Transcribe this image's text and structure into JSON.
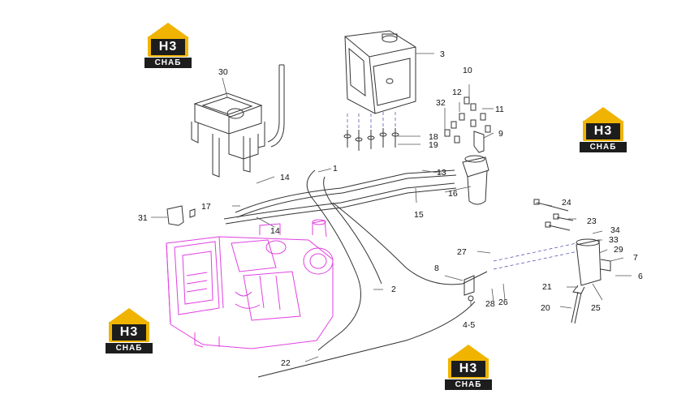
{
  "logo": {
    "mark": "H3",
    "name": "СНАБ"
  },
  "callouts": [
    "1",
    "2",
    "3",
    "4-5",
    "6",
    "7",
    "8",
    "9",
    "10",
    "11",
    "12",
    "13",
    "14",
    "14",
    "15",
    "16",
    "17",
    "18",
    "19",
    "20",
    "21",
    "22",
    "23",
    "24",
    "25",
    "26",
    "27",
    "28",
    "29",
    "30",
    "31",
    "32",
    "33",
    "34"
  ],
  "colors": {
    "line": "#333333",
    "engine": "#e040e0",
    "logo_yellow": "#f0b400",
    "logo_dark": "#1d1d1d"
  }
}
